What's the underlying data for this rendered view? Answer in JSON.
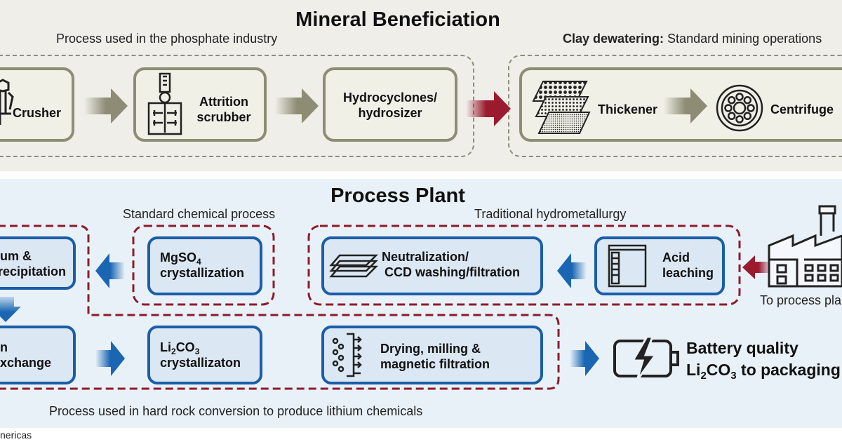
{
  "mineral": {
    "title": "Mineral Beneficiation",
    "note_phosphate": "Process used in the phosphate industry",
    "note_clay_bold": "Clay dewatering:",
    "note_clay_rest": " Standard mining operations",
    "steps": [
      "Crusher",
      "Attrition",
      "scrubber",
      "Hydrocyclones/",
      "hydrosizer",
      "Thickener",
      "Centrifuge"
    ]
  },
  "plant": {
    "title": "Process Plant",
    "note_chem": "Standard chemical process",
    "note_hydro": "Traditional hydrometallurgy",
    "to_process": "To process pla",
    "row1": {
      "left_line1": "um &",
      "left_line2": "precipitation",
      "mgso4_main": "MgSO",
      "mgso4_sub": "4",
      "mgso4_line2": "crystallization",
      "neutral_line1": "Neutralization/",
      "neutral_line2": "CCD washing/filtration",
      "acid_line1": "Acid",
      "acid_line2": "leaching"
    },
    "row2": {
      "left_line1": "n",
      "left_line2": "xchange",
      "li_a": "Li",
      "li_sub2": "2",
      "li_b": "CO",
      "li_sub3": "3",
      "li_line2": "crystallizaton",
      "dry_line1": "Drying, milling &",
      "dry_line2": "magnetic filtration"
    },
    "battery_line1": "Battery quality",
    "battery_li": "Li",
    "battery_sub2": "2",
    "battery_co": "CO",
    "battery_sub3": "3",
    "battery_rest": " to packaging",
    "note_hardrock": "Process used in hard rock conversion to produce lithium chemicals"
  },
  "source": "nericas",
  "colors": {
    "grey_box": "#8e8c74",
    "blue_box": "#1a5ea8",
    "red_dash": "#8e1b2b",
    "red_arrow": "#9b1b2e"
  },
  "icons": [
    "crusher-icon",
    "attrition-scrubber-icon",
    "thickener-icon",
    "centrifuge-icon",
    "filter-press-icon",
    "leach-tank-icon",
    "dryer-icon",
    "factory-icon",
    "battery-icon"
  ]
}
